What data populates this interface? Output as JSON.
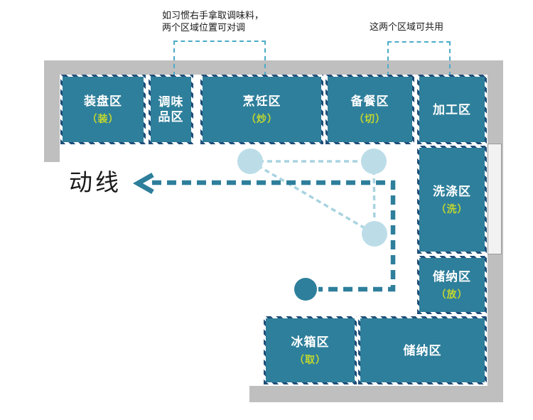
{
  "colors": {
    "teal": "#2E7F9B",
    "navy": "#1F4E79",
    "lime": "#C3D82E",
    "wall": "#BFBFBF",
    "windowFill": "#F2F2F2",
    "lightBlue": "#BCDDE8",
    "lightBlueLine": "#A9D3E0",
    "bracket": "#4BACC6",
    "ink": "#1A1A1A"
  },
  "annotations": {
    "seasoning_note_line1": "如习惯右手拿取调味料，",
    "seasoning_note_line2": "两个区域位置可对调",
    "shared_note": "这两个区域可共用"
  },
  "flow": {
    "label": "动线"
  },
  "zones": {
    "plating": {
      "name": "装盘区",
      "action": "（装）"
    },
    "seasoning": {
      "name": "调味品区",
      "action": ""
    },
    "cooking": {
      "name": "烹饪区",
      "action": "（炒）"
    },
    "prep": {
      "name": "备餐区",
      "action": "（切）"
    },
    "processing": {
      "name": "加工区",
      "action": ""
    },
    "washing": {
      "name": "洗涤区",
      "action": "（洗）"
    },
    "storage_right": {
      "name": "储纳区",
      "action": "（放）"
    },
    "fridge": {
      "name": "冰箱区",
      "action": "（取）"
    },
    "storage_bottom": {
      "name": "储纳区",
      "action": ""
    }
  }
}
